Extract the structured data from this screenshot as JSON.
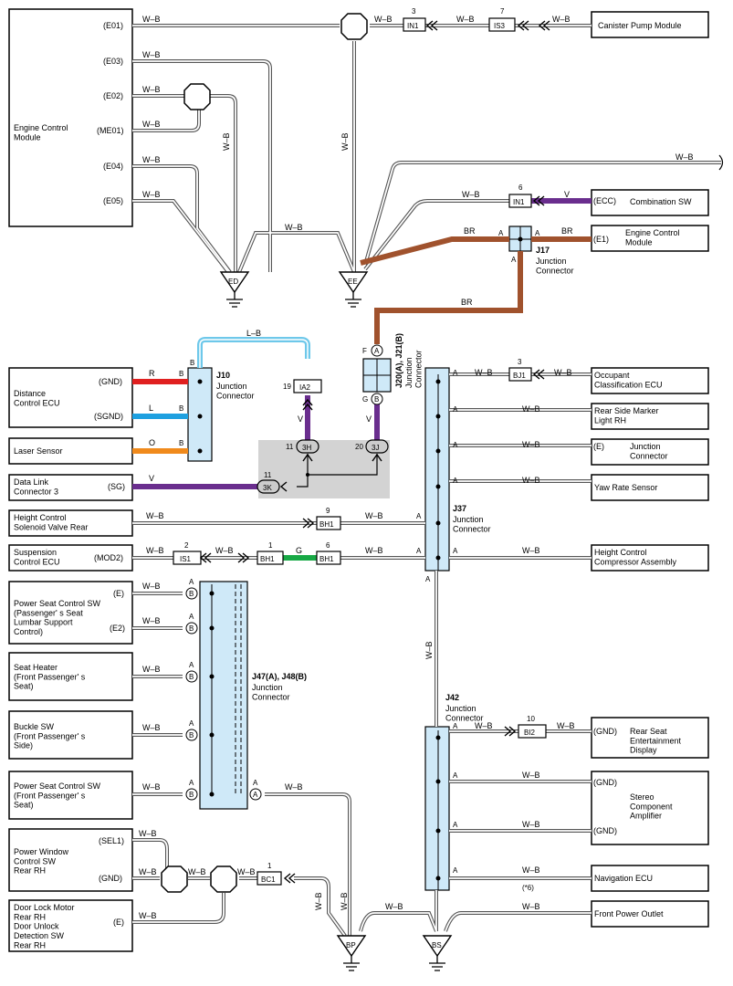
{
  "colors": {
    "brown": "#a0522d",
    "violet": "#6a2e8e",
    "red": "#e02020",
    "blue": "#1ea0e0",
    "orange": "#f08a1c",
    "green": "#17a845",
    "light_blue": "#6ec8ea",
    "connector_fill": "#cfe9f8",
    "gray_box": "#d3d3d3"
  },
  "components": {
    "ecm_top": "Engine Control\nModule",
    "canister": "Canister Pump Module",
    "combination_sw": "Combination SW",
    "ecm_right": "Engine Control\nModule",
    "distance_ecu": "Distance\nControl ECU",
    "laser": "Laser Sensor",
    "dlc3": "Data Link\nConnector 3",
    "height_ctrl_valve": "Height Control\nSolenoid Valve Rear",
    "suspension_ecu": "Suspension\nControl ECU",
    "pscs_passenger_lumbar": "Power Seat Control SW\n(Passenger' s Seat\nLumbar Support\nControl)",
    "seat_heater": "Seat Heater\n(Front Passenger' s\nSeat)",
    "buckle_sw": "Buckle SW\n(Front Passenger' s\nSide)",
    "pscs_front_passenger": "Power Seat Control SW\n(Front Passenger' s\nSeat)",
    "pw_sw": "Power Window\nControl SW\nRear RH",
    "door_lock": "Door Lock Motor\nRear RH\nDoor Unlock\nDetection SW\nRear RH",
    "occupant_ecu": "Occupant\nClassification ECU",
    "side_marker": "Rear Side Marker\nLight RH",
    "junction_conn": "Junction\nConnector",
    "yaw_rate": "Yaw Rate Sensor",
    "hc_compressor": "Height Control\nCompressor Assembly",
    "rse_display": "Rear Seat\nEntertainment\nDisplay",
    "stereo_amp": "Stereo\nComponent\nAmplifier",
    "navigation_ecu": "Navigation ECU",
    "front_outlet": "Front Power Outlet"
  },
  "pins": {
    "e01": "(E01)",
    "e03": "(E03)",
    "e02": "(E02)",
    "me01": "(ME01)",
    "e04": "(E04)",
    "e05": "(E05)",
    "ecc": "(ECC)",
    "e1": "(E1)",
    "gnd": "(GND)",
    "sgnd": "(SGND)",
    "sg": "(SG)",
    "mod2": "(MOD2)",
    "e": "(E)",
    "e2": "(E2)",
    "sel1": "(SEL1)",
    "note6": "(*6)"
  },
  "wires": {
    "wb": "W–B",
    "br": "BR",
    "v": "V",
    "lb": "L–B",
    "r": "R",
    "l": "L",
    "o": "O",
    "g": "G"
  },
  "connectors": {
    "in1": "IN1",
    "is3": "IS3",
    "ia2": "IA2",
    "bj1": "BJ1",
    "bh1": "BH1",
    "is1": "IS1",
    "bi2": "BI2",
    "bc1": "BC1",
    "c3h": "3H",
    "c3j": "3J",
    "c3k": "3K"
  },
  "pin_numbers": {
    "n1": "1",
    "n2": "2",
    "n3": "3",
    "n6": "6",
    "n7": "7",
    "n9": "9",
    "n10": "10",
    "n11": "11",
    "n19": "19",
    "n20": "20"
  },
  "terminals": {
    "a": "A",
    "b": "B",
    "f": "F",
    "g": "G"
  },
  "junction_blocks": {
    "j10": "J10",
    "j17": "J17",
    "j20": "J20(A), J21(B)",
    "j37": "J37",
    "j42": "J42",
    "j47": "J47(A), J48(B)",
    "sub": "Junction\nConnector"
  },
  "grounds": {
    "ed": "ED",
    "ee": "EE",
    "bp": "BP",
    "bs": "BS"
  }
}
